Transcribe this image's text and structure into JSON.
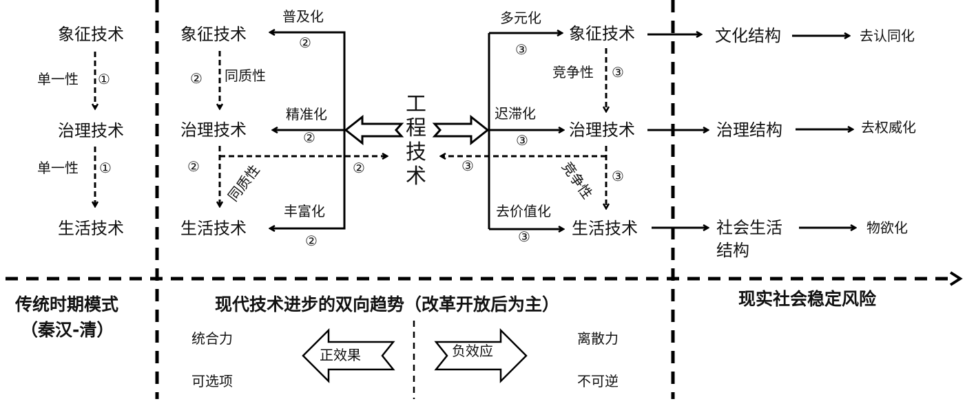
{
  "traditional": {
    "nodes": [
      "象征技术",
      "治理技术",
      "生活技术"
    ],
    "edges": [
      {
        "label": "单一性",
        "marker": "①"
      },
      {
        "label": "单一性",
        "marker": "①"
      }
    ],
    "section_title": "传统时期模式",
    "section_subtitle": "（秦汉-清）"
  },
  "modern_left": {
    "nodes": [
      "象征技术",
      "治理技术",
      "生活技术"
    ],
    "inbound": [
      {
        "label": "普及化",
        "marker": "②"
      },
      {
        "label": "精准化",
        "marker": "②"
      },
      {
        "label": "丰富化",
        "marker": "②"
      }
    ],
    "vertical_edges": [
      {
        "label": "同质性",
        "marker": "②"
      },
      {
        "label": "同质性",
        "marker": "②"
      }
    ],
    "to_engineering_marker": "②"
  },
  "engineering": {
    "label_chars": [
      "工",
      "程",
      "技",
      "术"
    ]
  },
  "modern_right": {
    "nodes": [
      "象征技术",
      "治理技术",
      "生活技术"
    ],
    "outbound": [
      {
        "label": "多元化",
        "marker": "③"
      },
      {
        "label": "迟滞化",
        "marker": "③"
      },
      {
        "label": "去价值化",
        "marker": "③"
      }
    ],
    "vertical_edges": [
      {
        "label": "竞争性",
        "marker": "③"
      },
      {
        "label": "竞争性",
        "marker": "③"
      }
    ],
    "to_engineering_marker": "③"
  },
  "risk": {
    "structures": [
      "文化结构",
      "治理结构",
      "社会生活",
      "结构"
    ],
    "outcomes": [
      "去认同化",
      "去权威化",
      "物欲化"
    ],
    "section_title": "现实社会稳定风险"
  },
  "modern_section": {
    "title": "现代技术进步的双向趋势（改革开放后为主）",
    "left_items": [
      "统合力",
      "可选项"
    ],
    "right_items": [
      "离散力",
      "不可逆"
    ],
    "positive_arrow": "正效果",
    "negative_arrow": "负效应"
  }
}
